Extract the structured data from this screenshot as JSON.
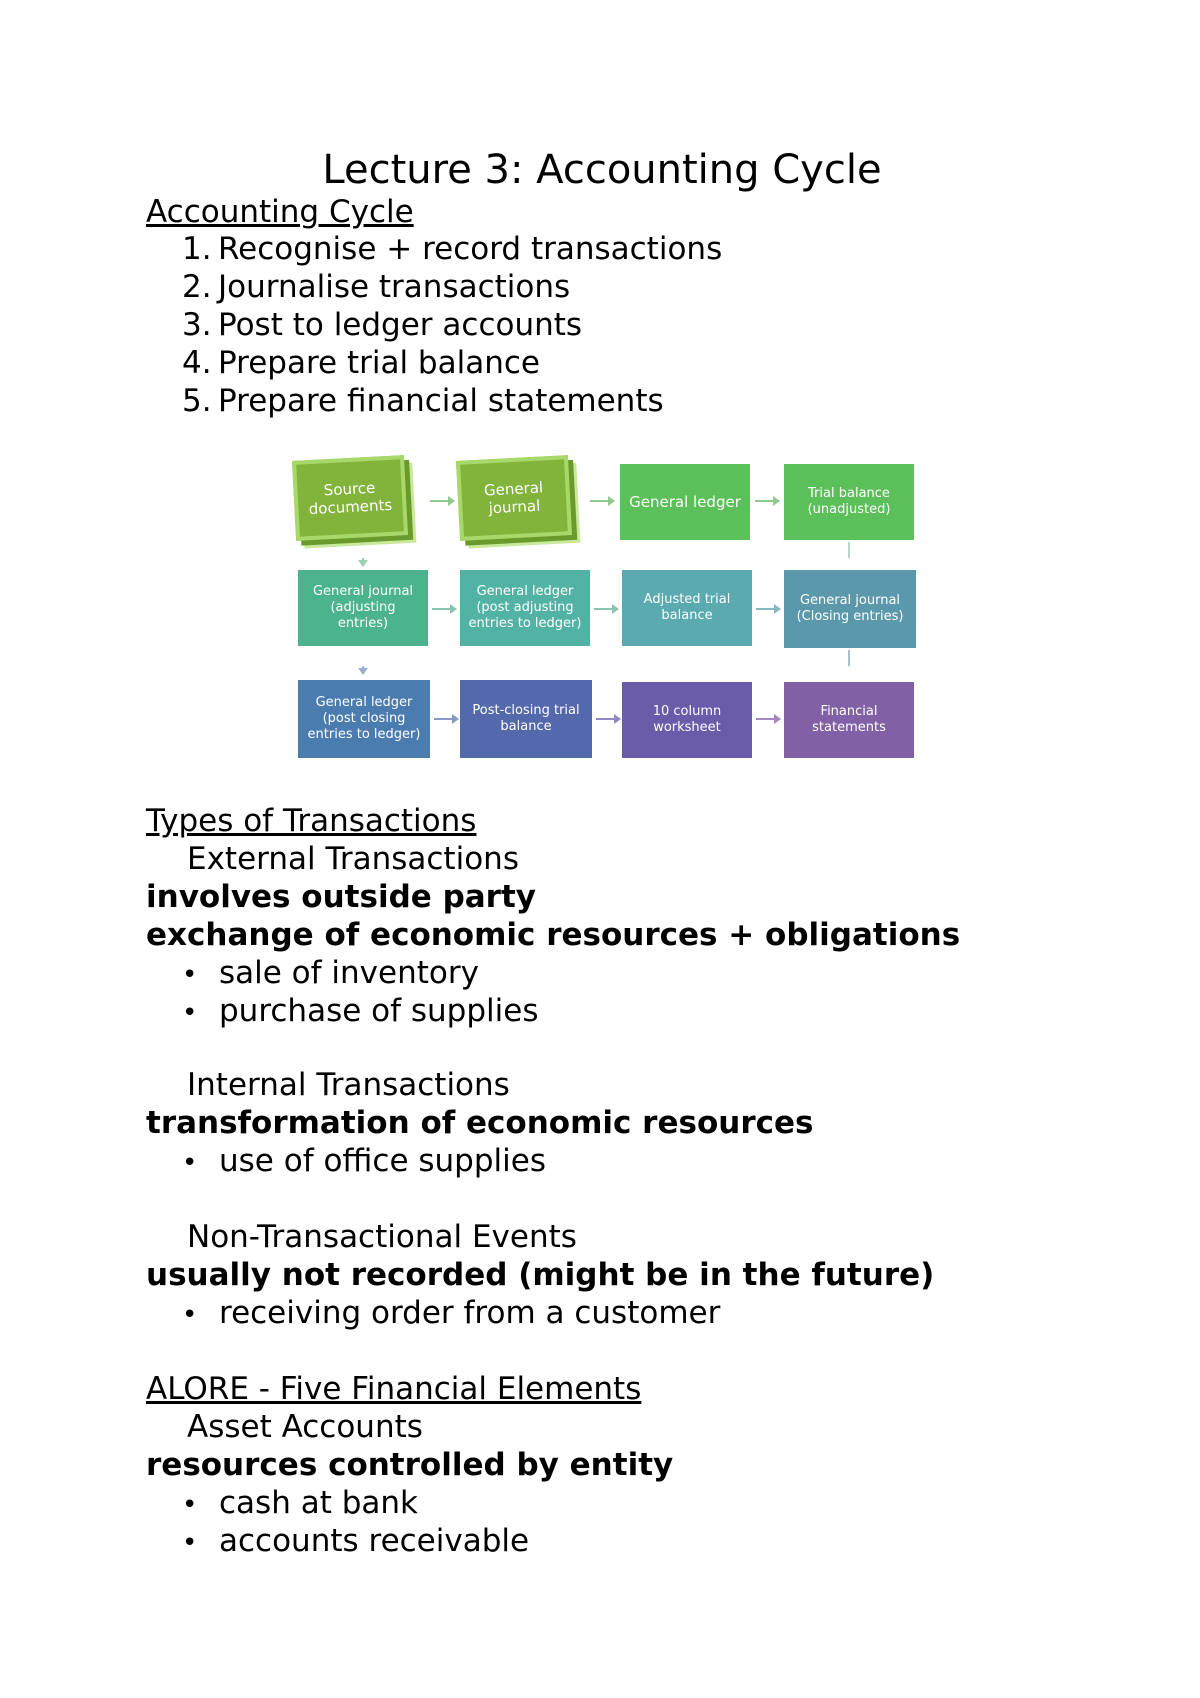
{
  "title": "Lecture 3: Accounting Cycle",
  "cycle": {
    "heading": "Accounting Cycle",
    "steps": [
      {
        "num": "1.",
        "text": "Recognise + record transactions"
      },
      {
        "num": "2.",
        "text": "Journalise transactions"
      },
      {
        "num": "3.",
        "text": "Post to ledger accounts"
      },
      {
        "num": "4.",
        "text": "Prepare trial balance"
      },
      {
        "num": "5.",
        "text": "Prepare financial statements"
      }
    ]
  },
  "diagram": {
    "row1": [
      "Source documents",
      "General journal",
      "General ledger",
      "Trial balance (unadjusted)"
    ],
    "row2": [
      "General journal (adjusting entries)",
      "General ledger (post adjusting entries to ledger)",
      "Adjusted trial balance",
      "General journal (Closing entries)"
    ],
    "row3": [
      "General ledger (post closing entries to ledger)",
      "Post-closing trial balance",
      "10 column worksheet",
      "Financial statements"
    ],
    "colors": {
      "row1": "#5cc05a",
      "row1_3d": "#82b43c",
      "row2a": "#4cb48c",
      "row2b": "#52b2a4",
      "row2c": "#5aaab0",
      "row2d": "#5c98ac",
      "row3a": "#4a7cb0",
      "row3b": "#5468ac",
      "row3c": "#6a5ca8",
      "row3d": "#8260a6"
    }
  },
  "types": {
    "heading": "Types of Transactions",
    "external": {
      "title": "External Transactions",
      "desc1": "involves outside party",
      "desc2": "exchange of economic resources + obligations",
      "items": [
        "sale of inventory",
        "purchase of supplies"
      ]
    },
    "internal": {
      "title": "Internal Transactions",
      "desc1": "transformation of economic resources",
      "items": [
        "use of office supplies"
      ]
    },
    "nontrans": {
      "title": "Non-Transactional Events",
      "desc1": "usually not recorded (might be in the future)",
      "items": [
        "receiving order from a customer"
      ]
    }
  },
  "alore": {
    "heading": "ALORE - Five Financial Elements",
    "asset": {
      "title": "Asset Accounts",
      "desc1": "resources controlled by entity",
      "items": [
        "cash at bank",
        "accounts receivable"
      ]
    }
  }
}
